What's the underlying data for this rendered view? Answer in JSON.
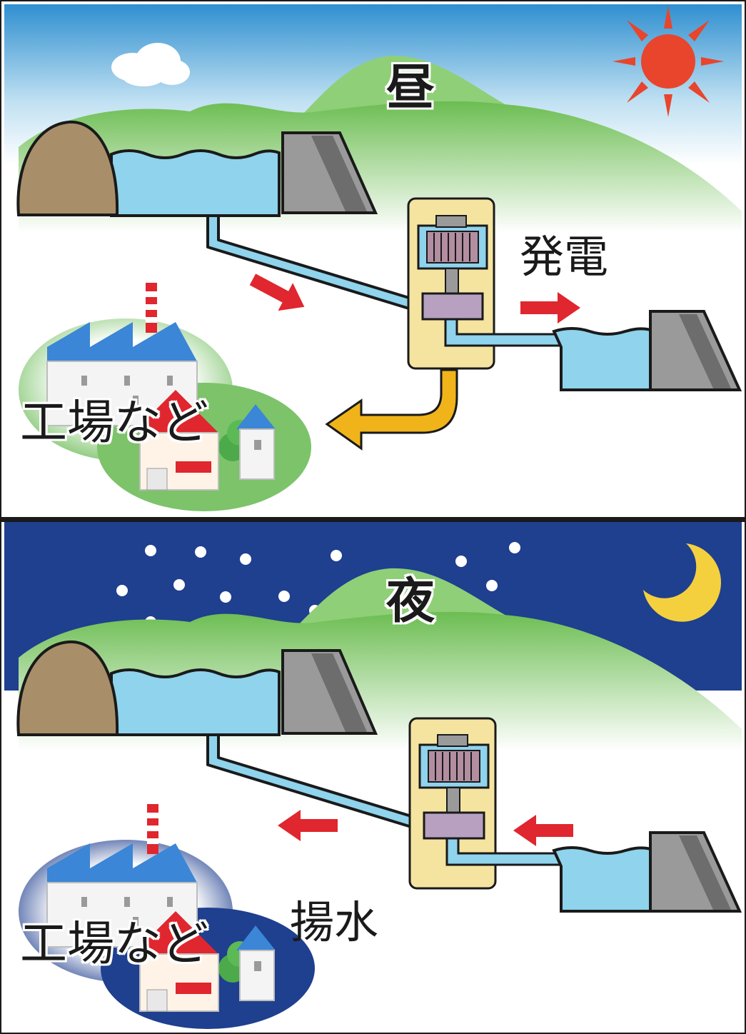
{
  "day": {
    "title": "昼",
    "generation_label": "発電",
    "factory_label": "工場など"
  },
  "night": {
    "title": "夜",
    "pumping_label": "揚水",
    "factory_label": "工場など"
  },
  "colors": {
    "water": "#8fd3ec",
    "mountain": "#7cc36a",
    "dam": "#9a9a9a",
    "arrow_red": "#e0262e",
    "arrow_yellow": "#f0b41a",
    "sun": "#e8452c",
    "moon": "#f4d03f",
    "night_sky": "#1f3f8f",
    "day_sky": "#bfe0f2",
    "powerhouse": "#f5e4a0"
  }
}
